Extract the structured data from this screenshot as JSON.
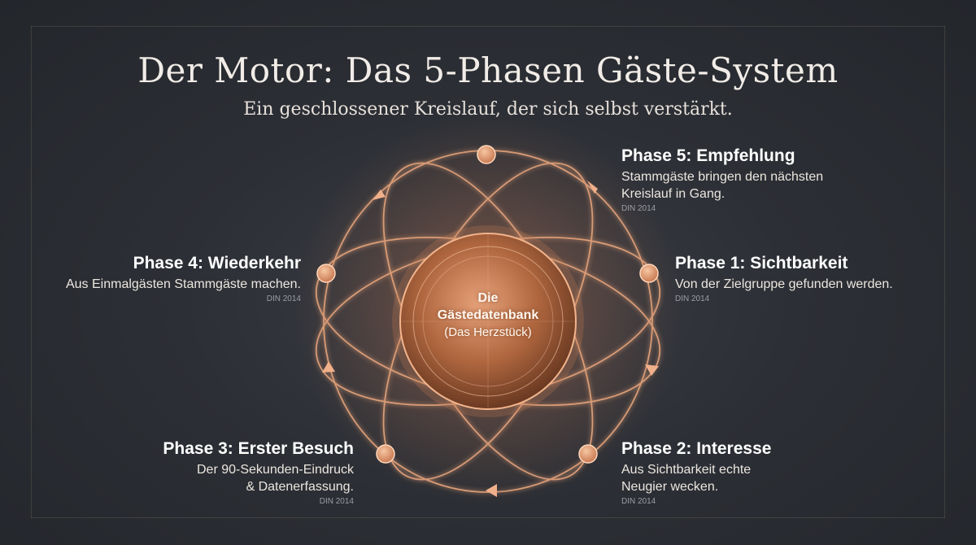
{
  "title": "Der Motor: Das 5-Phasen Gäste-System",
  "subtitle": "Ein geschlossener Kreislauf, der sich selbst verstärkt.",
  "hub": {
    "line1": "Die",
    "line2": "Gästedatenbank",
    "line3": "(Das Herzstück)"
  },
  "phases": [
    {
      "title": "Phase 1: Sichtbarkeit",
      "desc": [
        "Von der Zielgruppe gefunden werden."
      ],
      "note": "DIN 2014"
    },
    {
      "title": "Phase 2: Interesse",
      "desc": [
        "Aus Sichtbarkeit echte",
        "Neugier wecken."
      ],
      "note": "DIN 2014"
    },
    {
      "title": "Phase 3: Erster Besuch",
      "desc": [
        "Der 90-Sekunden-Eindruck",
        "& Datenerfassung."
      ],
      "note": "DIN 2014"
    },
    {
      "title": "Phase 4: Wiederkehr",
      "desc": [
        "Aus Einmalgästen Stammgäste machen."
      ],
      "note": "DIN 2014"
    },
    {
      "title": "Phase 5: Empfehlung",
      "desc": [
        "Stammgäste bringen den nächsten",
        "Kreislauf in Gang."
      ],
      "note": "DIN 2014"
    }
  ],
  "colors": {
    "accent": "#e8a57c",
    "glow": "#f0a070",
    "background": "#2c2f35"
  }
}
